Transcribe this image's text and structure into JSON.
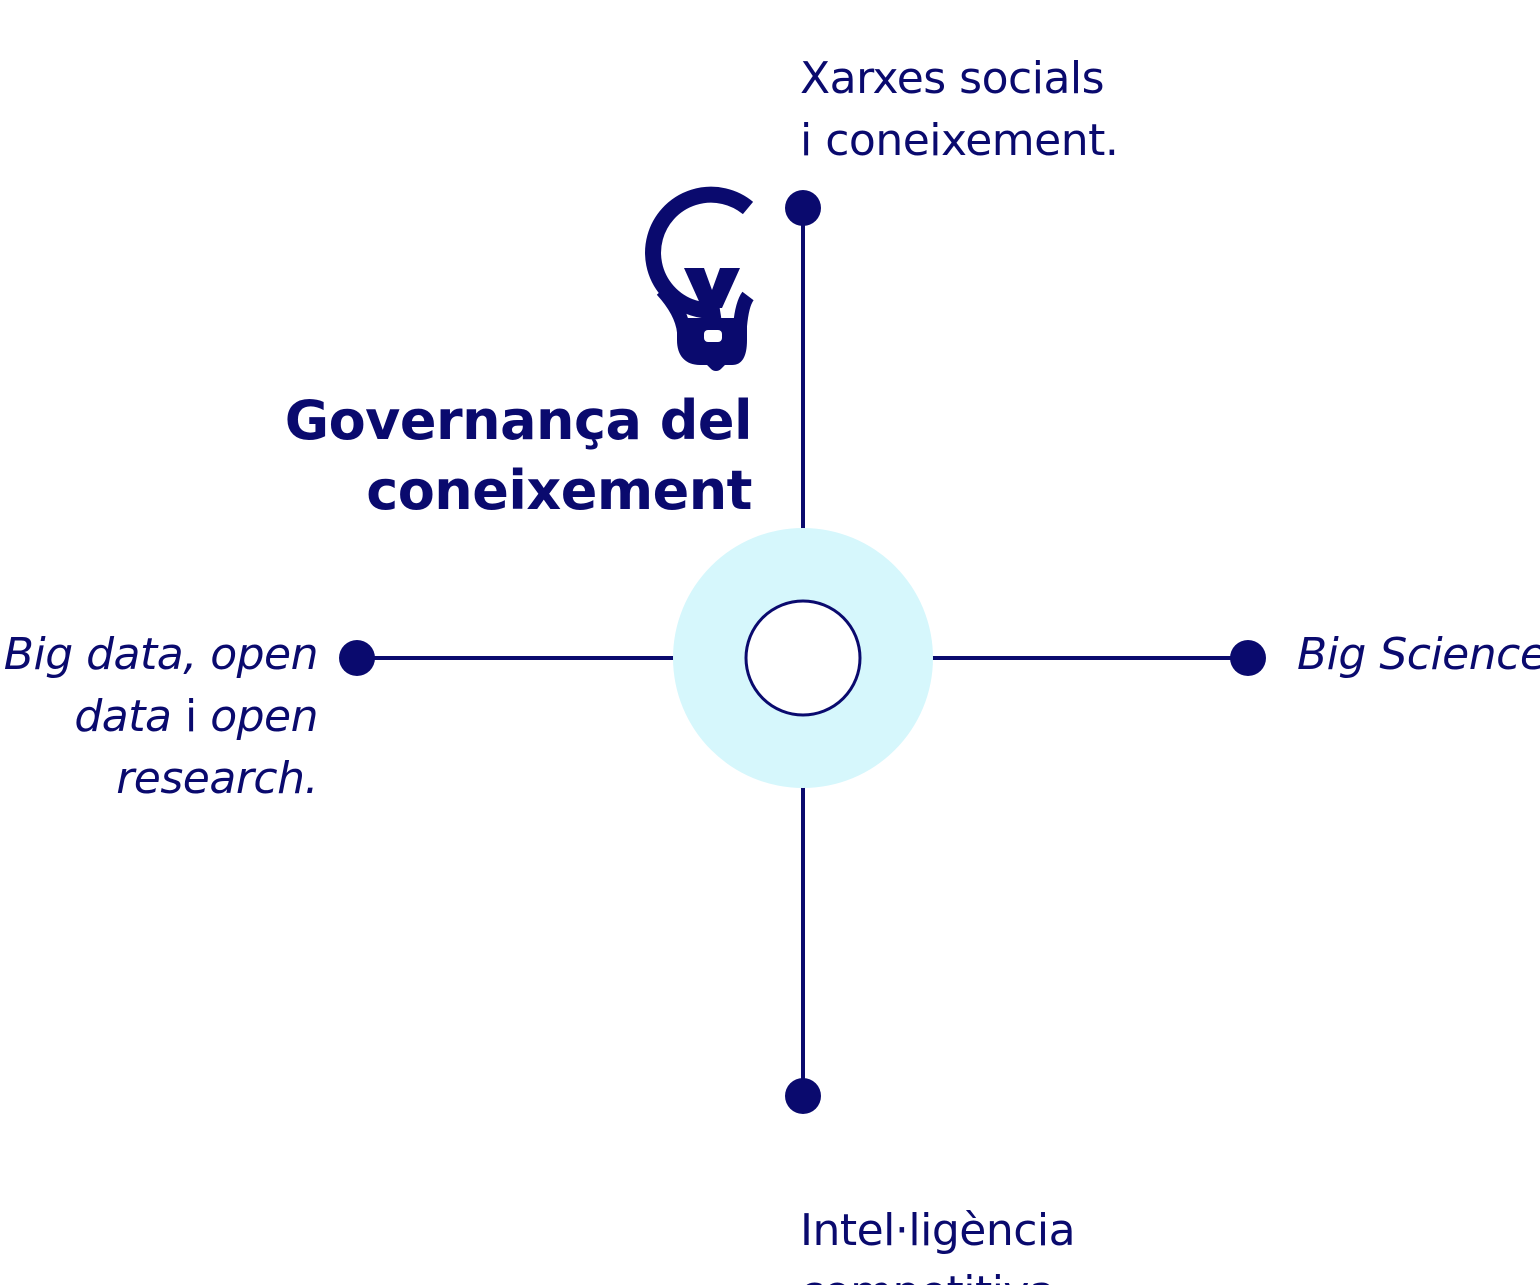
{
  "title": {
    "line1": "Governança del",
    "line2": "coneixement"
  },
  "top_label": {
    "line1": "Xarxes socials",
    "line2": "i coneixement."
  },
  "left_label": {
    "line1": "Big data, open",
    "line2_italic": "data",
    "line2_plain": " i ",
    "line2_italic2": "open",
    "line3": "research."
  },
  "right_label": "Big Science.",
  "bottom_label": {
    "line1": "Intel·ligència",
    "line2": "competitiva."
  },
  "icons": {
    "title_icon": "lightbulb-icon"
  },
  "colors": {
    "primary": "#0a0a6e",
    "halo": "#d6f7fc",
    "background": "#ffffff"
  }
}
